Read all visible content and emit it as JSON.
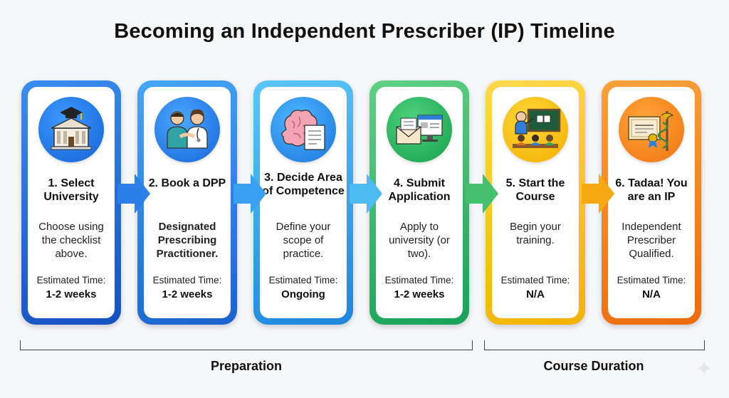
{
  "title": "Becoming an Independent Prescriber (IP) Timeline",
  "time_label": "Estimated Time:",
  "steps": [
    {
      "title": "1. Select University",
      "description": "Choose using the checklist above.",
      "time": "1-2 weeks",
      "icon": "university-icon",
      "color_a": "#1e5fc9",
      "color_b": "#2f8cf0"
    },
    {
      "title": "2. Book a DPP",
      "description": "Designated Prescribing Practitioner.",
      "time": "1-2 weeks",
      "icon": "doctors-handshake-icon",
      "color_a": "#1c6fd6",
      "color_b": "#3aa2f5"
    },
    {
      "title": "3. Decide Area of Competence",
      "description": "Define your scope of practice.",
      "time": "Ongoing",
      "icon": "brain-document-icon",
      "color_a": "#1c8fe6",
      "color_b": "#4cc0f7"
    },
    {
      "title": "4. Submit Application",
      "description": "Apply to university (or two).",
      "time": "1-2 weeks",
      "icon": "application-envelope-icon",
      "color_a": "#1fae62",
      "color_b": "#5ad07a"
    },
    {
      "title": "5. Start the Course",
      "description": "Begin your training.",
      "time": "N/A",
      "icon": "classroom-teacher-icon",
      "color_a": "#f2b500",
      "color_b": "#ffd43a"
    },
    {
      "title": "6. Tadaa! You are an IP",
      "description": "Independent Prescriber Qualified.",
      "time": "N/A",
      "icon": "certificate-caduceus-icon",
      "color_a": "#f07a12",
      "color_b": "#f79a2a"
    }
  ],
  "phases": [
    {
      "label": "Preparation"
    },
    {
      "label": "Course Duration"
    }
  ]
}
